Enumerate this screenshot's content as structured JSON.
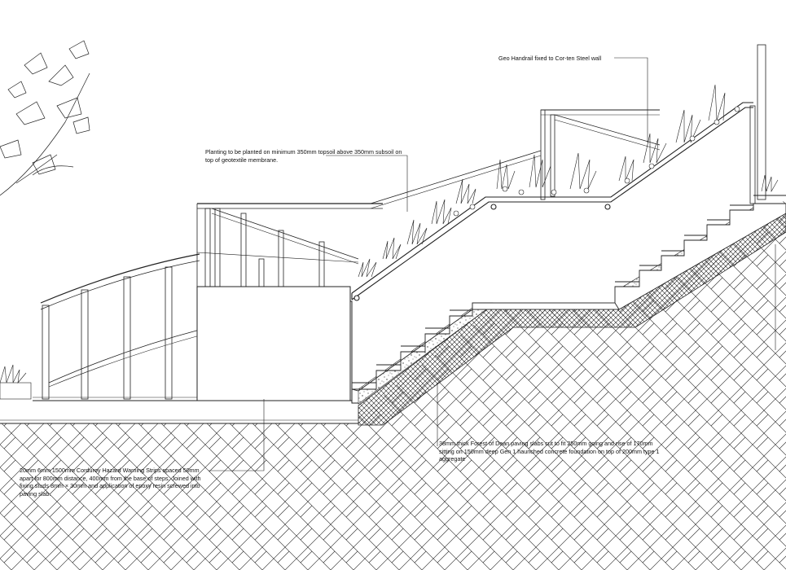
{
  "annotations": {
    "handrail": "Geo Handrail fixed to Cor-ten Steel wall",
    "planting": "Planting to be planted on minimum 350mm topsoil above 350mm subsoil on top of geotextile membrane.",
    "paving": "38mm thick Forest of Dean paving slabs cut to fit 250mm going and rise of 170mm sitting on 150mm deep Gen 1 haunched concrete foundation on top of 200mm type 1 aggregate",
    "strips": "20mm 6mm 1500mm Corduroy Hazard Warning Strips spaced 50mm apart for 800mm distance, 400mm from the base of steps. Joined with fixing studs 8mm × 30mm and application of epoxy resin screwed into paving slab."
  },
  "colors": {
    "line": "#222222",
    "hatch": "#333333",
    "background": "#ffffff"
  }
}
